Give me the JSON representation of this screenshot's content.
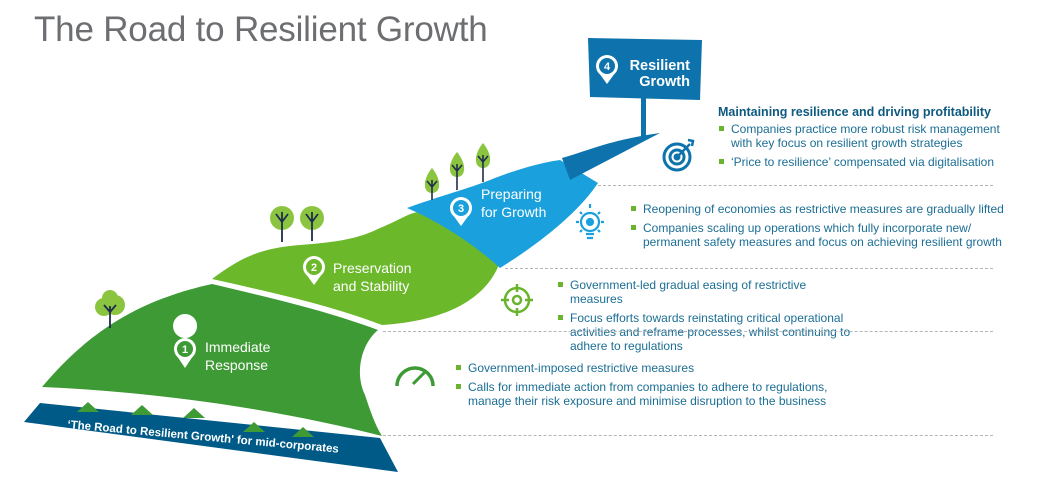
{
  "title": "The Road to Resilient Growth",
  "colors": {
    "stage1": "#3e9a35",
    "stage2": "#6cb82b",
    "stage3": "#1aa0dc",
    "stage4": "#0e73ad",
    "banner": "#005a87",
    "text_blue": "#1b6e94",
    "bullet_green": "#6ab42d",
    "title_gray": "#6d6e71"
  },
  "stages": [
    {
      "number": "1",
      "label": "Immediate Response",
      "line1": "Immediate",
      "line2": "Response",
      "icon": "speedometer-icon"
    },
    {
      "number": "2",
      "label": "Preservation and Stability",
      "line1": "Preservation",
      "line2": "and Stability",
      "icon": "crosshair-target-icon"
    },
    {
      "number": "3",
      "label": "Preparing for Growth",
      "line1": "Preparing",
      "line2": "for Growth",
      "icon": "lightbulb-gear-icon"
    },
    {
      "number": "4",
      "label": "Resilient Growth",
      "line1": "Resilient",
      "line2": "Growth",
      "icon": "bullseye-arrow-icon"
    }
  ],
  "panels": {
    "resilient_growth": {
      "heading": "Maintaining resilience and driving profitability",
      "bullets": [
        "Companies practice more robust risk management with key focus on resilient growth strategies",
        "‘Price to resilience’ compensated via digitalisation"
      ]
    },
    "preparing_for_growth": {
      "bullets": [
        "Reopening of economies as restrictive measures are gradually lifted",
        "Companies scaling up operations which fully incorporate new/ permanent safety measures and focus on achieving resilient growth"
      ]
    },
    "preservation_and_stability": {
      "bullets": [
        "Government-led gradual easing of restrictive measures",
        "Focus efforts towards reinstating critical operational activities and reframe processes, whilst continuing to adhere to regulations"
      ]
    },
    "immediate_response": {
      "bullets": [
        "Government-imposed restrictive measures",
        "Calls for immediate action from companies to adhere to regulations, manage their risk exposure and minimise disruption to the business"
      ]
    }
  },
  "banner": "‘The Road to Resilient Growth' for mid-corporates"
}
